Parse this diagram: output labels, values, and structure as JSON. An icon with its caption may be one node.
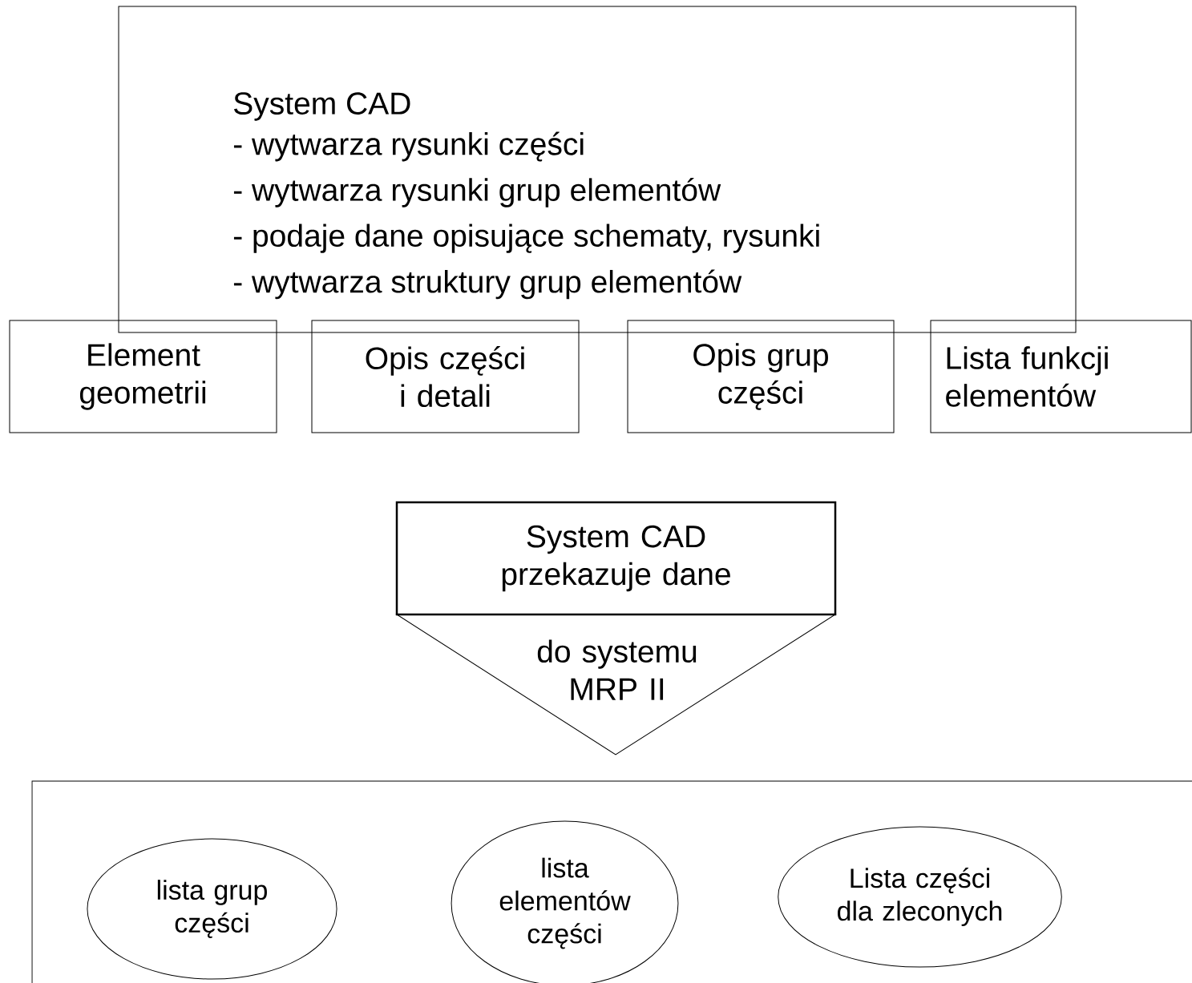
{
  "diagram": {
    "nodes": [
      {
        "text": [
          "System CAD",
          "- wytwarza rysunki części",
          "- wytwarza rysunki grup elementów",
          "- podaje dane opisujące schematy, rysunki",
          "- wytwarza struktury grup elementów"
        ]
      },
      {
        "text": [
          "Element geometrii"
        ]
      },
      {
        "text": [
          "Opis części i detali"
        ]
      },
      {
        "text": [
          "Opis grup części"
        ]
      },
      {
        "text": [
          "Lista funkcji elementów"
        ]
      },
      {
        "text": [
          "System CAD przekazuje dane"
        ]
      },
      {
        "text": [
          "do systemu MRP II"
        ]
      },
      {
        "text": [],
        "shape": "box"
      },
      {
        "text": [
          "lista grup części"
        ],
        "in": 7
      },
      {
        "text": [
          "lista elementów części"
        ],
        "in": 7
      },
      {
        "text": [
          "Lista części dla zleconych"
        ],
        "in": 7
      }
    ],
    "edges": []
  }
}
